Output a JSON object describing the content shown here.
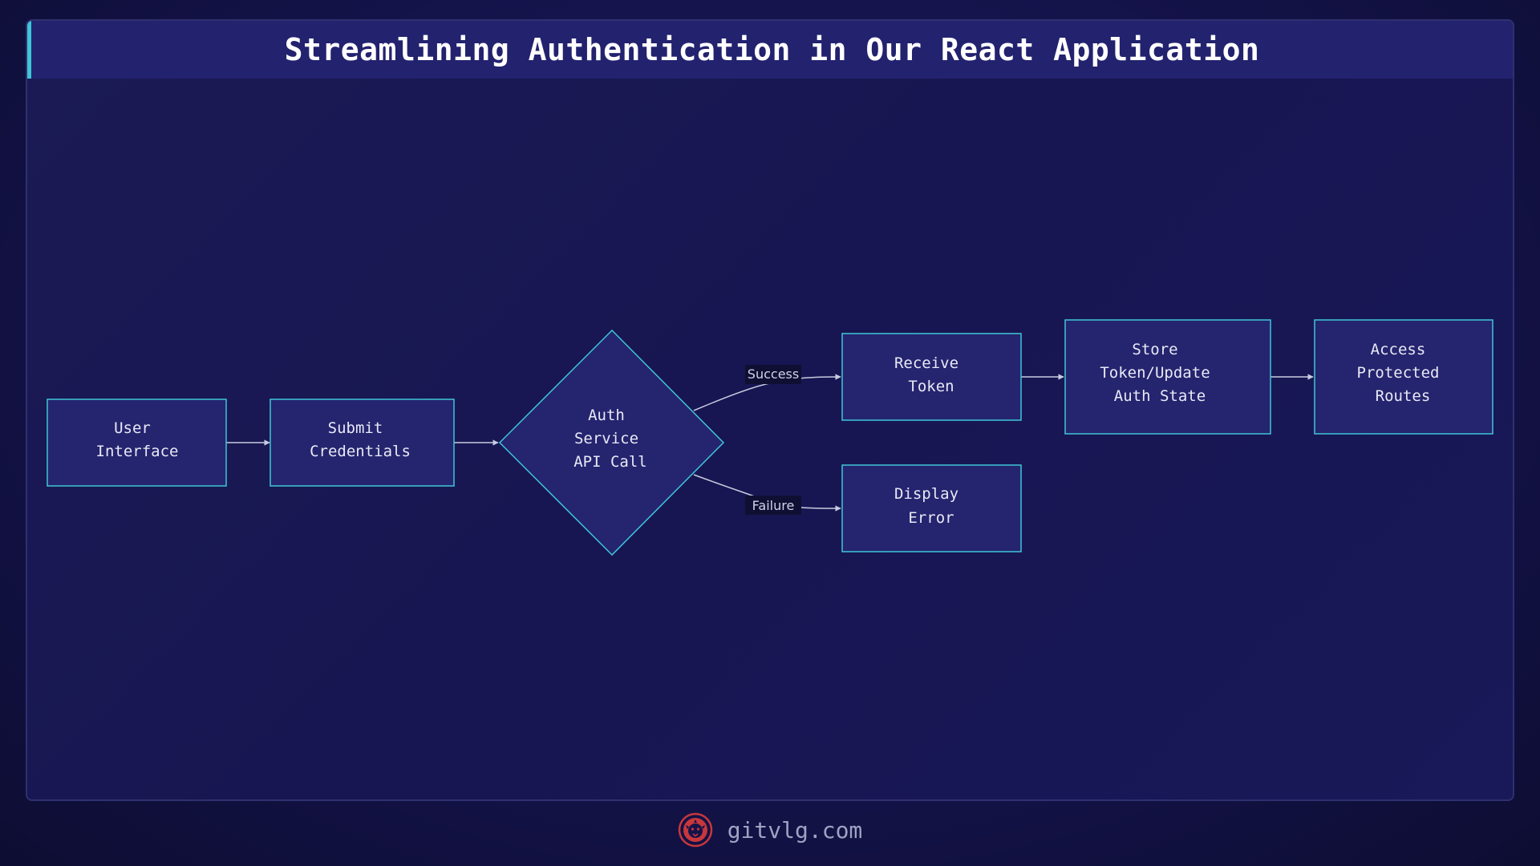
{
  "title": "Streamlining Authentication in Our React Application",
  "colors": {
    "node_fill": "#24246f",
    "node_stroke": "#3fc6d6",
    "edge": "#c9cbe0",
    "accent": "#3fc6d6",
    "logo": "#c7373c"
  },
  "nodes": {
    "user_interface": {
      "lines": [
        "User",
        "Interface"
      ]
    },
    "submit_credentials": {
      "lines": [
        "Submit",
        "Credentials"
      ]
    },
    "auth_service": {
      "lines": [
        "Auth",
        "Service",
        "API Call"
      ]
    },
    "receive_token": {
      "lines": [
        "Receive",
        "Token"
      ]
    },
    "store_token": {
      "lines": [
        "Store",
        "Token/Update",
        "Auth State"
      ]
    },
    "access_routes": {
      "lines": [
        "Access",
        "Protected",
        "Routes"
      ]
    },
    "display_error": {
      "lines": [
        "Display",
        "Error"
      ]
    }
  },
  "edges": {
    "success": "Success",
    "failure": "Failure"
  },
  "footer": {
    "site": "gitvlg.com",
    "logo_icon": "lion-head-icon"
  }
}
